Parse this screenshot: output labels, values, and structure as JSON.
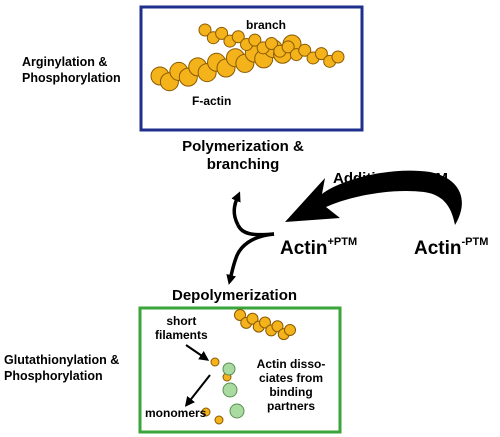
{
  "colors": {
    "top_box_border": "#1f2f8c",
    "bottom_box_border": "#3aa53a",
    "actin_fill": "#f4b21b",
    "actin_stroke": "#8a5a00",
    "binding_partner_fill": "#a9dba0",
    "arrow": "#000000"
  },
  "top_panel": {
    "side_label_line1": "Arginylation &",
    "side_label_line2": "Phosphorylation",
    "branch_label": "branch",
    "filament_label": "F-actin",
    "heading_line1": "Polymerization &",
    "heading_line2": "branching"
  },
  "ptm": {
    "addition_label": "Addition of PTM",
    "actin_plus": "Actin",
    "actin_plus_sup": "+PTM",
    "actin_minus": "Actin",
    "actin_minus_sup": "-PTM"
  },
  "bottom_panel": {
    "heading": "Depolymerization",
    "side_label_line1": "Glutathionylation &",
    "side_label_line2": "Phosphorylation",
    "short_line1": "short",
    "short_line2": "filaments",
    "dissociates_line1": "Actin disso-",
    "dissociates_line2": "ciates from",
    "dissociates_line3": "binding",
    "dissociates_line4": "partners",
    "monomers": "monomers"
  }
}
